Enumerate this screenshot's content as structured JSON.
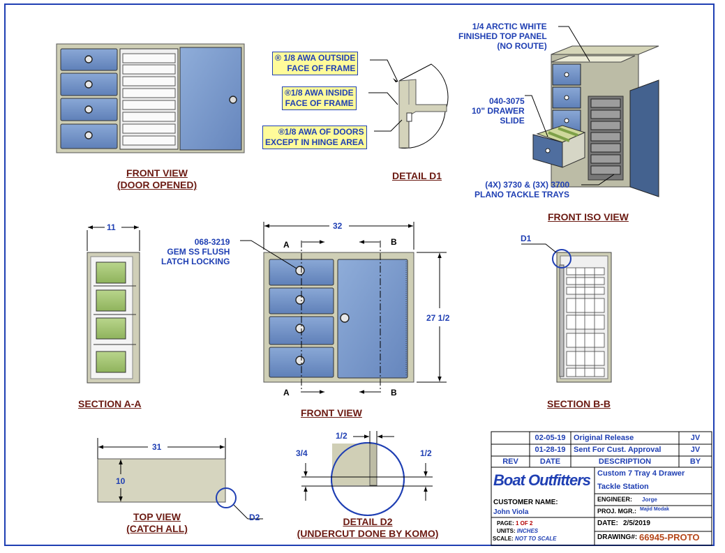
{
  "views": {
    "front_door_opened": [
      "FRONT VIEW",
      "(DOOR OPENED)"
    ],
    "detail_d1": "DETAIL  D1",
    "front_iso": "FRONT ISO VIEW",
    "section_aa": "SECTION A-A",
    "front": "FRONT VIEW",
    "section_bb": "SECTION B-B",
    "top": [
      "TOP VIEW",
      "(CATCH ALL)"
    ],
    "detail_d2": [
      "DETAIL  D2",
      "(UNDERCUT DONE BY KOMO)"
    ]
  },
  "weld_notes": [
    [
      "1/8 AWA OUTSIDE",
      "FACE OF FRAME"
    ],
    [
      "1/8 AWA INSIDE",
      "FACE OF FRAME"
    ],
    [
      "1/8 AWA OF DOORS",
      "EXCEPT IN HINGE AREA"
    ]
  ],
  "weld_symbol": "®",
  "iso_notes": {
    "top_panel": [
      "1/4 ARCTIC WHITE",
      "FINISHED TOP PANEL",
      "(NO ROUTE)"
    ],
    "slide": [
      "040-3075",
      "10\" DRAWER",
      "SLIDE"
    ],
    "trays": [
      "(4X) 3730 & (3X) 3700",
      "PLANO TACKLE TRAYS"
    ]
  },
  "latch_note": [
    "068-3219",
    "GEM SS FLUSH",
    "LATCH LOCKING"
  ],
  "dimensions": {
    "section_width": "11",
    "front_width": "32",
    "front_height": "27 1/2",
    "top_width": "31",
    "top_depth": "10",
    "d2_left": "3/4",
    "d2_top": "1/2",
    "d2_right": "1/2"
  },
  "section_markers": {
    "a": "A",
    "b": "B"
  },
  "detail_callouts": {
    "d1": "D1",
    "d2": "D2"
  },
  "title_block": {
    "revisions": [
      {
        "rev": "",
        "date": "02-05-19",
        "description": "Original Release",
        "by": "JV"
      },
      {
        "rev": "",
        "date": "01-28-19",
        "description": "Sent For Cust. Approval",
        "by": "JV"
      }
    ],
    "headers": {
      "rev": "REV",
      "date": "DATE",
      "description": "DESCRIPTION",
      "by": "BY"
    },
    "logo": "Boat Outfitters",
    "project": [
      "Custom 7 Tray 4 Drawer",
      "Tackle Station"
    ],
    "customer_label": "CUSTOMER NAME:",
    "customer": "John Viola",
    "engineer_label": "ENGINEER:",
    "engineer": "Jorge",
    "pm_label": "PROJ. MGR.:",
    "pm": "Majid Modak",
    "page_label": "PAGE:",
    "page": "1 OF 2",
    "units_label": "UNITS:",
    "units": "INCHES",
    "scale_label": "SCALE:",
    "scale": "NOT TO SCALE",
    "date_label": "DATE:",
    "date": "2/5/2019",
    "drawing_label": "DRAWING#:",
    "drawing": "66945-PROTO"
  },
  "colors": {
    "frame_blue": "#1f3fb3",
    "title_maroon": "#6b1a12",
    "drawer": "#6f90c4",
    "frame": "#cfcfb6",
    "note_bg": "#fffb9a"
  }
}
